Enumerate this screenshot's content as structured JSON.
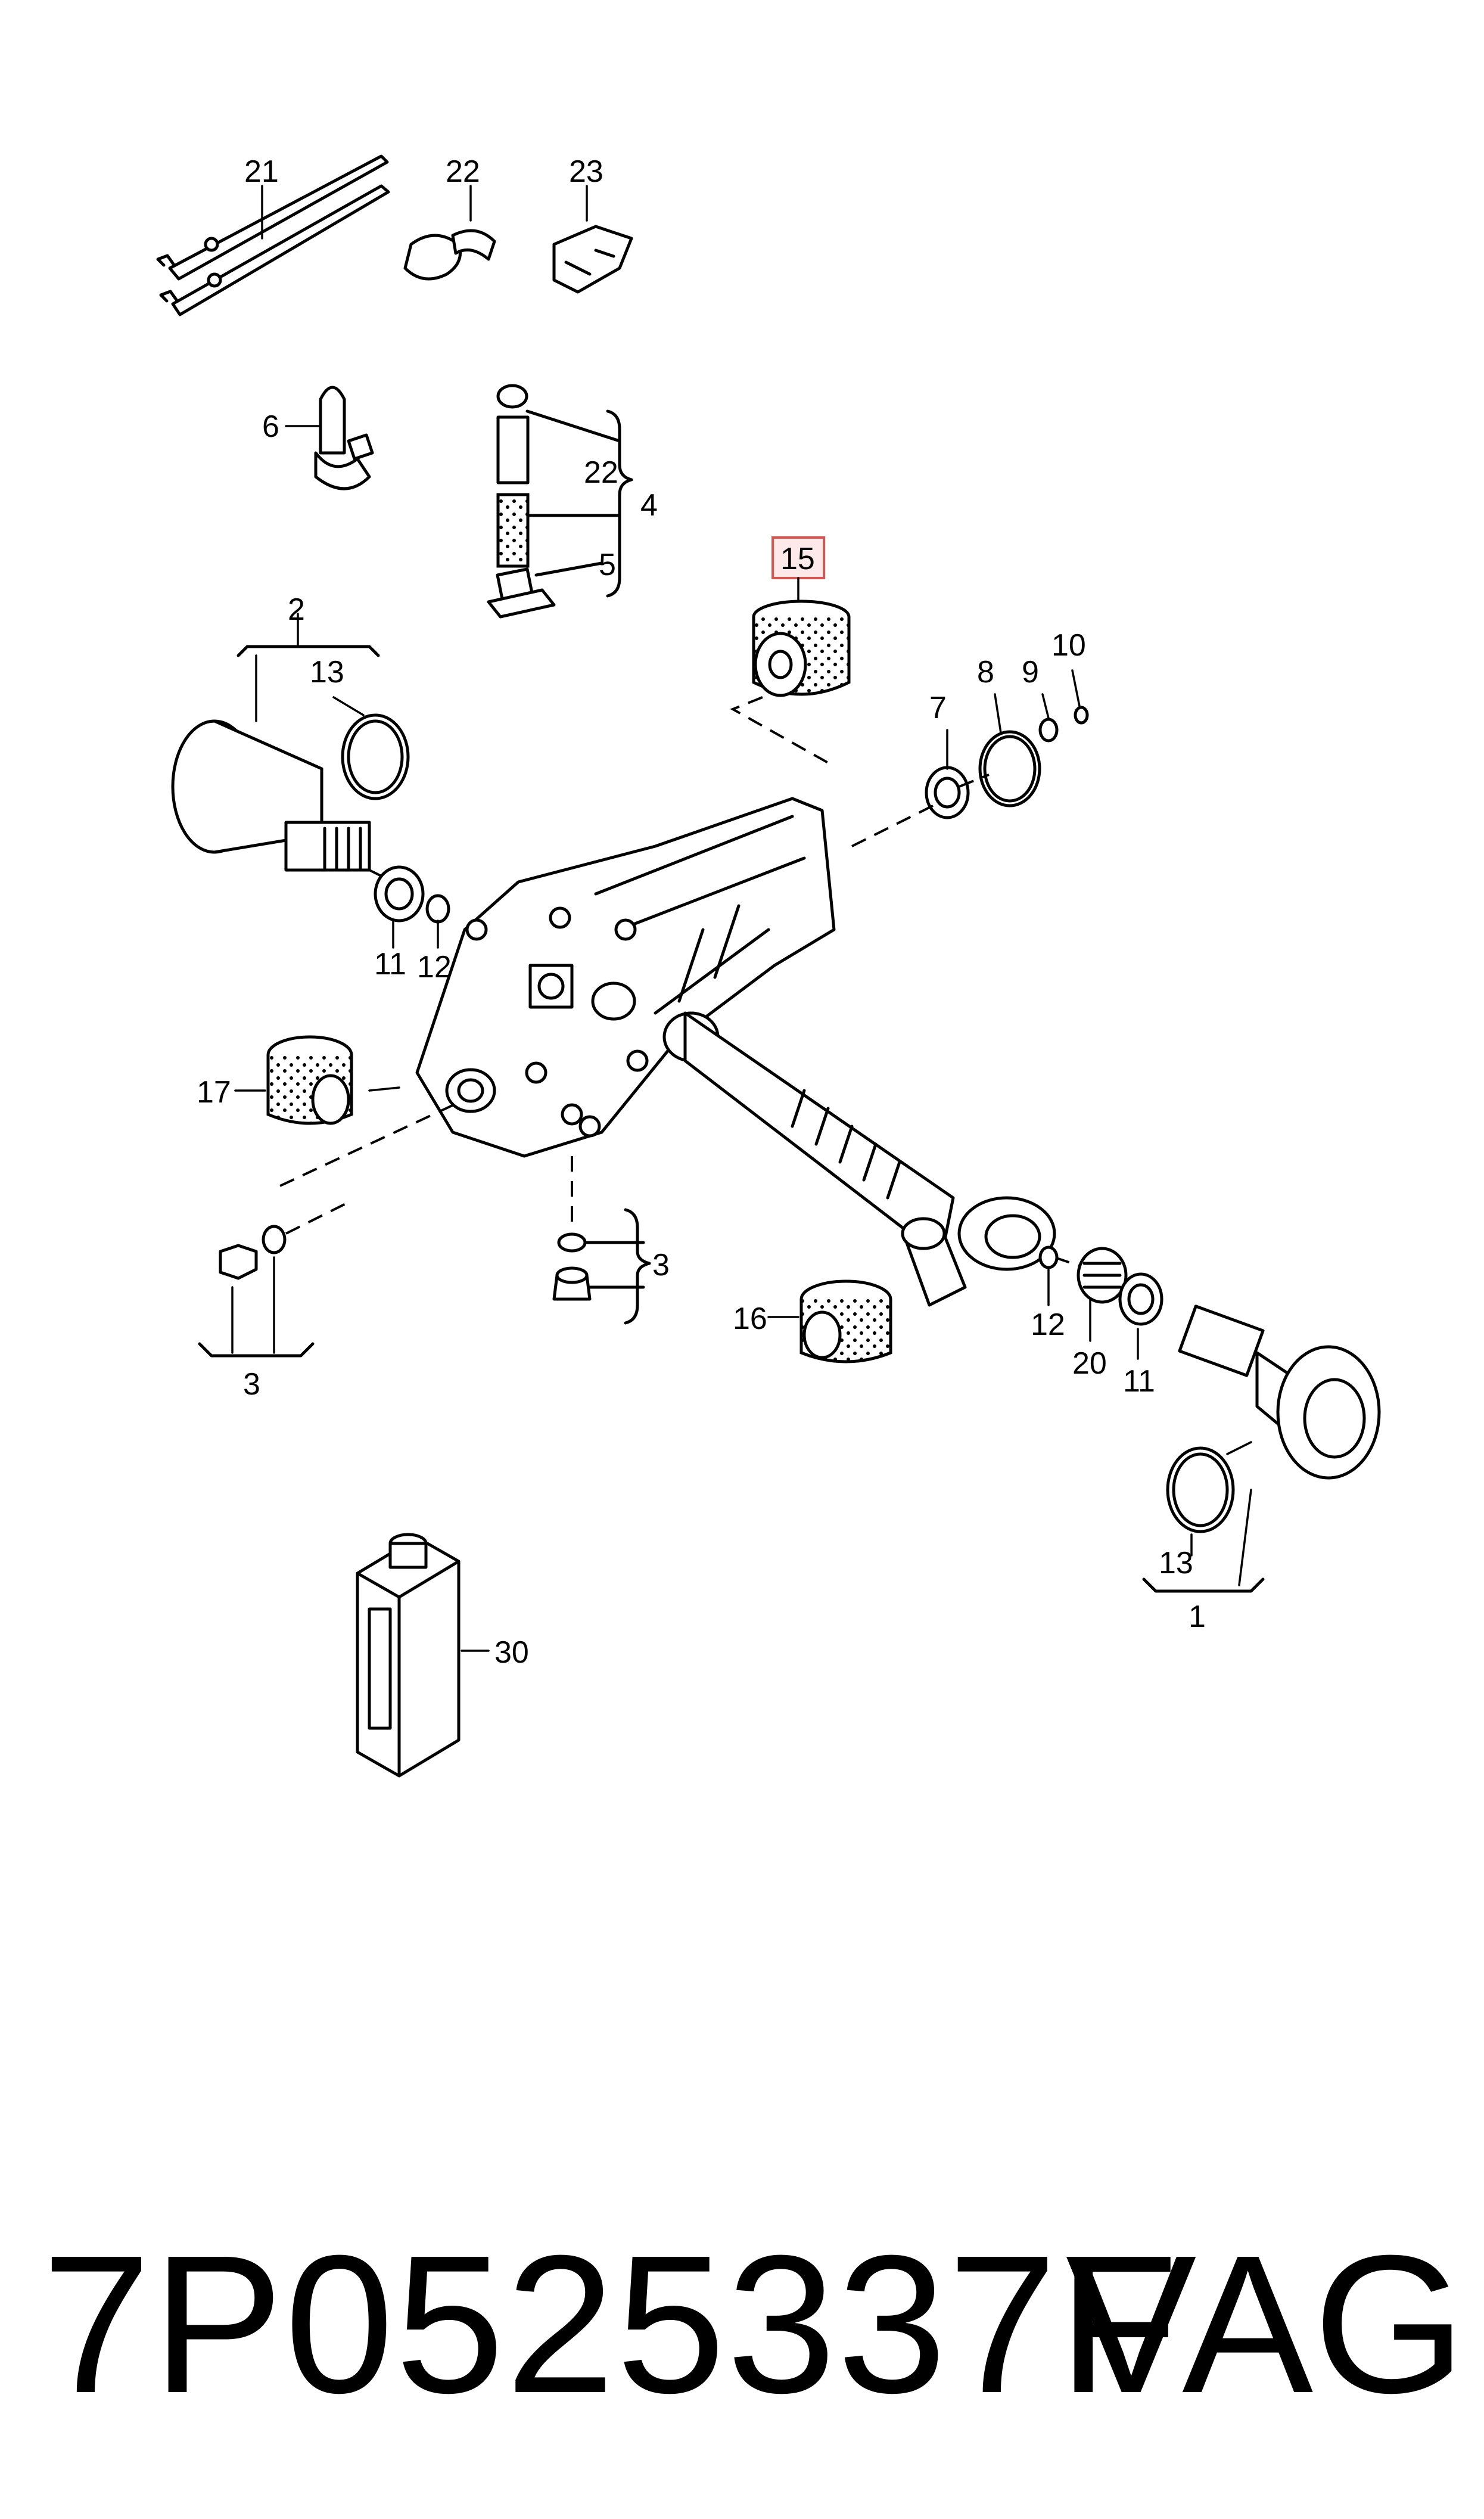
{
  "callouts": {
    "c21": "21",
    "c22a": "22",
    "c23": "23",
    "c6": "6",
    "c22b": "22",
    "c4": "4",
    "c5": "5",
    "c15": "15",
    "c2": "2",
    "c13a": "13",
    "c10": "10",
    "c9": "9",
    "c8": "8",
    "c7": "7",
    "c11a": "11",
    "c12a": "12",
    "c17": "17",
    "c3a": "3",
    "c3b": "3",
    "c16": "16",
    "c12b": "12",
    "c20": "20",
    "c11b": "11",
    "c13b": "13",
    "c1": "1",
    "c30": "30"
  },
  "colors": {
    "highlight_fill": "#fde8ea",
    "highlight_stroke": "#d9534f",
    "line": "#000000"
  },
  "footer": {
    "part_number": "7P0525337F",
    "brand": "VAG"
  }
}
